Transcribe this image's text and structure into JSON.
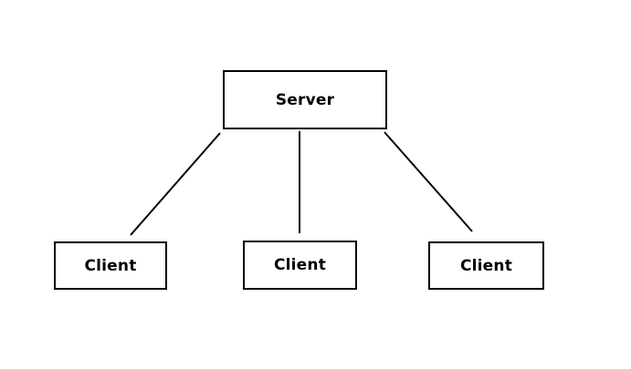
{
  "diagram": {
    "nodes": [
      {
        "id": "server",
        "label": "Server"
      },
      {
        "id": "client-1",
        "label": "Client"
      },
      {
        "id": "client-2",
        "label": "Client"
      },
      {
        "id": "client-3",
        "label": "Client"
      }
    ],
    "edges": [
      {
        "from": "server",
        "to": "client-1"
      },
      {
        "from": "server",
        "to": "client-2"
      },
      {
        "from": "server",
        "to": "client-3"
      }
    ],
    "colors": {
      "background": "#ffffff",
      "node_border": "#000000",
      "node_fill": "#ffffff",
      "text": "#000000",
      "connector": "#000000"
    }
  }
}
